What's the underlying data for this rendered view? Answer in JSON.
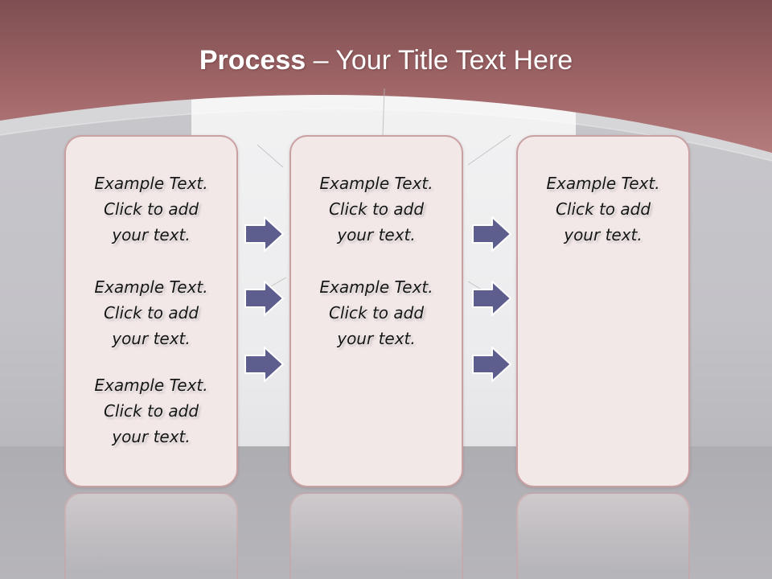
{
  "slide": {
    "title_bold": "Process",
    "title_rest": " – Your Title Text Here",
    "colors": {
      "header": "#9e5f5f",
      "box_fill": "#f3e8e8",
      "box_border": "#c9a1a3",
      "arrow_fill": "#5e5e8e",
      "arrow_stroke": "#ffffff"
    },
    "columns": [
      {
        "paragraphs": [
          "Example Text.\nClick  to add\nyour text.",
          "Example Text.\nClick  to add\nyour text.",
          "Example Text.\nClick  to add\nyour text."
        ]
      },
      {
        "paragraphs": [
          "Example Text.\nClick  to add\nyour text.",
          "Example Text.\nClick  to add\nyour text."
        ]
      },
      {
        "paragraphs": [
          "Example Text.\nClick  to add\nyour text."
        ]
      }
    ],
    "arrow_icon": "right-arrow-icon"
  }
}
